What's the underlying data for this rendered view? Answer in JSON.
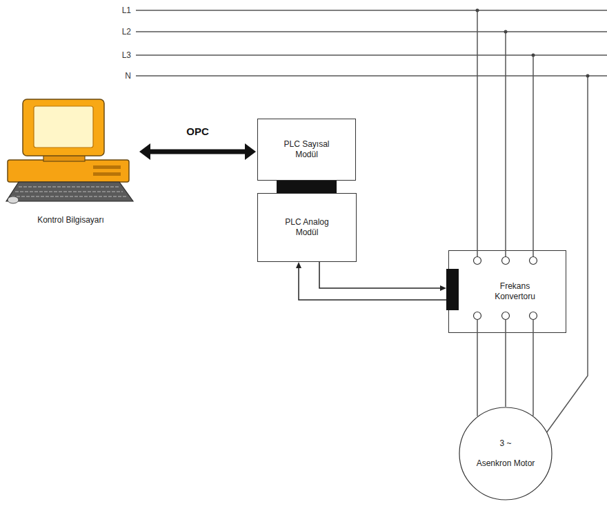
{
  "diagram": {
    "nodes": [
      {
        "text": [
          "Kontrol Bilgisayarı"
        ]
      },
      {
        "text": [
          "PLC Sayısal Modül"
        ]
      },
      {
        "text": [
          "PLC Analog Modül"
        ]
      },
      {
        "text": [
          "Frekans Konvertoru"
        ]
      },
      {
        "text": [
          "3 ~",
          "Asenkron Motor"
        ]
      }
    ],
    "edges": [
      {
        "from": 0,
        "to": 1,
        "arrow": "both",
        "label": "OPC"
      },
      {
        "from": 1,
        "to": 2,
        "arrow": "none"
      },
      {
        "from": 2,
        "to": 3,
        "arrow": "to"
      },
      {
        "from": 3,
        "to": 2,
        "arrow": "to"
      },
      {
        "from": 3,
        "to": 4,
        "arrow": "none"
      },
      {
        "from": 3,
        "to": 4,
        "arrow": "none"
      },
      {
        "from": 3,
        "to": 4,
        "arrow": "none"
      }
    ],
    "labels": [
      "L1",
      "L2",
      "L3",
      "N"
    ]
  }
}
